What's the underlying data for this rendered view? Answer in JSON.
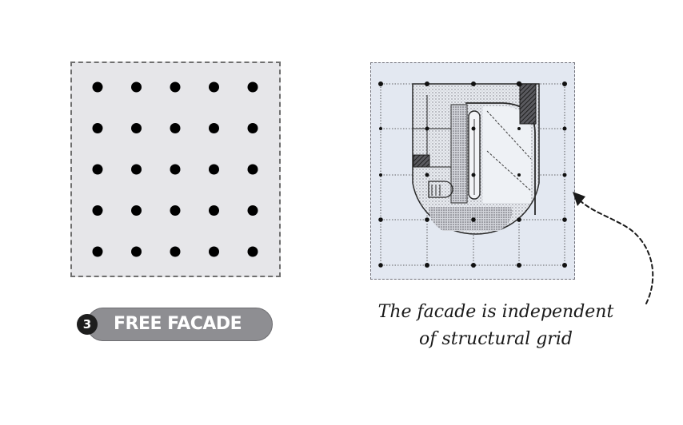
{
  "badge": {
    "number": "3",
    "label": "FREE FACADE"
  },
  "caption": {
    "line1": "The facade is independent",
    "line2": "of structural grid"
  },
  "colors": {
    "left_panel_bg": "#e6e6e9",
    "right_panel_bg": "#e3e8f1",
    "badge_bg": "#8e8e92",
    "badge_number_bg": "#1e1e1e",
    "dot": "#000000"
  },
  "grid": {
    "rows": 5,
    "cols": 5
  }
}
